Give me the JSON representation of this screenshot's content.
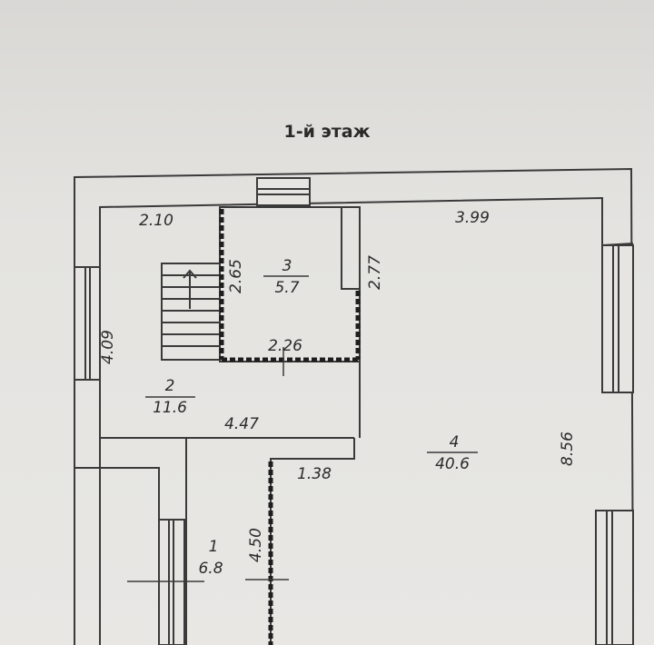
{
  "title": "1-й этаж",
  "rooms": [
    {
      "number": "1",
      "area": "6.8"
    },
    {
      "number": "2",
      "area": "11.6"
    },
    {
      "number": "3",
      "area": "5.7"
    },
    {
      "number": "4",
      "area": "40.6"
    }
  ],
  "dimensions": {
    "d_2_10": "2.10",
    "d_3_99": "3.99",
    "d_2_65": "2.65",
    "d_2_77": "2.77",
    "d_4_09": "4.09",
    "d_2_26": "2.26",
    "d_4_47": "4.47",
    "d_1_38": "1.38",
    "d_8_56": "8.56",
    "d_4_50": "4.50"
  },
  "colors": {
    "line": "#3a3a3a",
    "paper": "#e6e5e2"
  }
}
